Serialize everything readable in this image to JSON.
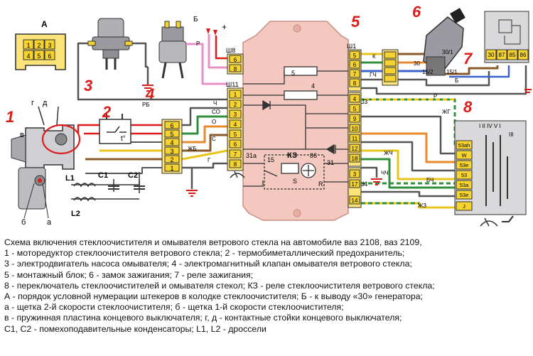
{
  "connector_A": {
    "label": "А",
    "pins": [
      "1",
      "2",
      "3",
      "4",
      "5",
      "6"
    ]
  },
  "component_numbers": {
    "n1": "1",
    "n2": "2",
    "n3": "3",
    "n4": "4",
    "n5": "5",
    "n6": "6",
    "n7": "7",
    "n8": "8"
  },
  "pointer_letters": {
    "g": "г",
    "d": "д",
    "v": "в",
    "a": "а",
    "b": "б"
  },
  "top_labels": {
    "B": "Б",
    "plus": "+"
  },
  "thermal_fuse": {
    "symbol": "t°"
  },
  "capacitors": {
    "c1": "C1",
    "c2": "C2"
  },
  "inductors": {
    "l1": "L1",
    "l2": "L2"
  },
  "connector_w11": {
    "title": "Ш11",
    "pins": [
      "1",
      "2",
      "3",
      "4",
      "5",
      "6",
      "7",
      "8"
    ]
  },
  "connector_w8": {
    "title": "Ш8",
    "pins": [
      "6",
      "8"
    ]
  },
  "connector_w1": {
    "title": "Ш1",
    "pins": [
      "5",
      "6",
      "7",
      "8"
    ]
  },
  "connector_w3": {
    "title": "Ш3",
    "pins": [
      "4",
      "5",
      "9",
      "10",
      "11",
      "12",
      "18"
    ]
  },
  "connector_w4": {
    "title": "Ш4",
    "pins": [
      "3",
      "17",
      "14"
    ]
  },
  "connector_6pin": {
    "pins": [
      "6",
      "5",
      "4",
      "3",
      "2",
      "1"
    ]
  },
  "mounting_block": {
    "pin_31a": "31a",
    "pin_15": "15",
    "relay_name": "КЗ",
    "pin_86": "86",
    "pin_31": "31",
    "pin_S": "S",
    "pin_R": "R",
    "inner_5": "5",
    "inner_4": "4"
  },
  "ignition_switch": {
    "t30_1": "30/1",
    "t30": "30",
    "t15_2": "15/2",
    "t15_1": "15/1"
  },
  "relay7": {
    "pins": [
      "30",
      "87",
      "85",
      "86"
    ]
  },
  "switch8": {
    "roman": "I  II  IV  V  I",
    "pin_iii": "III",
    "pins": [
      "53ah",
      "W",
      "53e",
      "53",
      "53a",
      "53e",
      "J"
    ]
  },
  "wire_colors": {
    "R": "Р",
    "RB": "РБ",
    "CH": "Ч",
    "SO": "СО",
    "O": "О",
    "S": "С",
    "ZhB": "ЖБ",
    "G": "Г",
    "GCh": "ГЧ",
    "K": "К",
    "B": "Б",
    "ZhG": "ЖГ",
    "ZhCh": "ЖЧ",
    "BCh": "БЧ",
    "ZhZ": "ЖЗ",
    "CHCh": "ЧЧ",
    "P2": "Р"
  },
  "caption": {
    "line1": "Схема включения стеклоочистителя и омывателя ветрового стекла на автомобиле ваз 2108, ваз 2109,",
    "line2": "1 - моторедуктор стеклоочистителя ветрового стекла; 2 - термобиметаллический предохранитель;",
    "line3": " 3 - электродвигатель насоса омывателя; 4 - электромагнитный клапан омывателя ветрового стекла;",
    "line4": "5 - монтажный блок; 6 - замок зажигания; 7 - реле зажигания;",
    "line5": "8 - переключатель стеклоочистителей и омывателя стекол; КЗ - реле стеклоочистителя ветрового стекла;",
    "line6": "А - порядок условной нумерации штекеров в колодке стеклоочистителя; Б - к выводу «30» генератора;",
    "line7": "а - щетка 2-й скорости стеклоочистителя; б - щетка 1-й скорости стеклоочистителя;",
    "line8": "в - пружинная пластина концевого выключателя; г, д - контактные стойки концевого выключателя;",
    "line9": " С1, С2 - помехоподавительные конденсаторы; L1, L2 - дроссели"
  },
  "colors": {
    "bg": "#ffffff",
    "block": "#f3c8bf",
    "block_stroke": "#c98f86",
    "pin": "#f7d330",
    "red": "#dd1c1c",
    "wire_gray": "#555555",
    "wire_blue": "#3b63c9",
    "wire_yellow": "#e8c418",
    "wire_green": "#2f8f3b",
    "wire_pink": "#e98fc8",
    "wire_brown": "#8b5a2b",
    "wire_orange": "#e88a2c",
    "panel": "#d9d9db"
  }
}
